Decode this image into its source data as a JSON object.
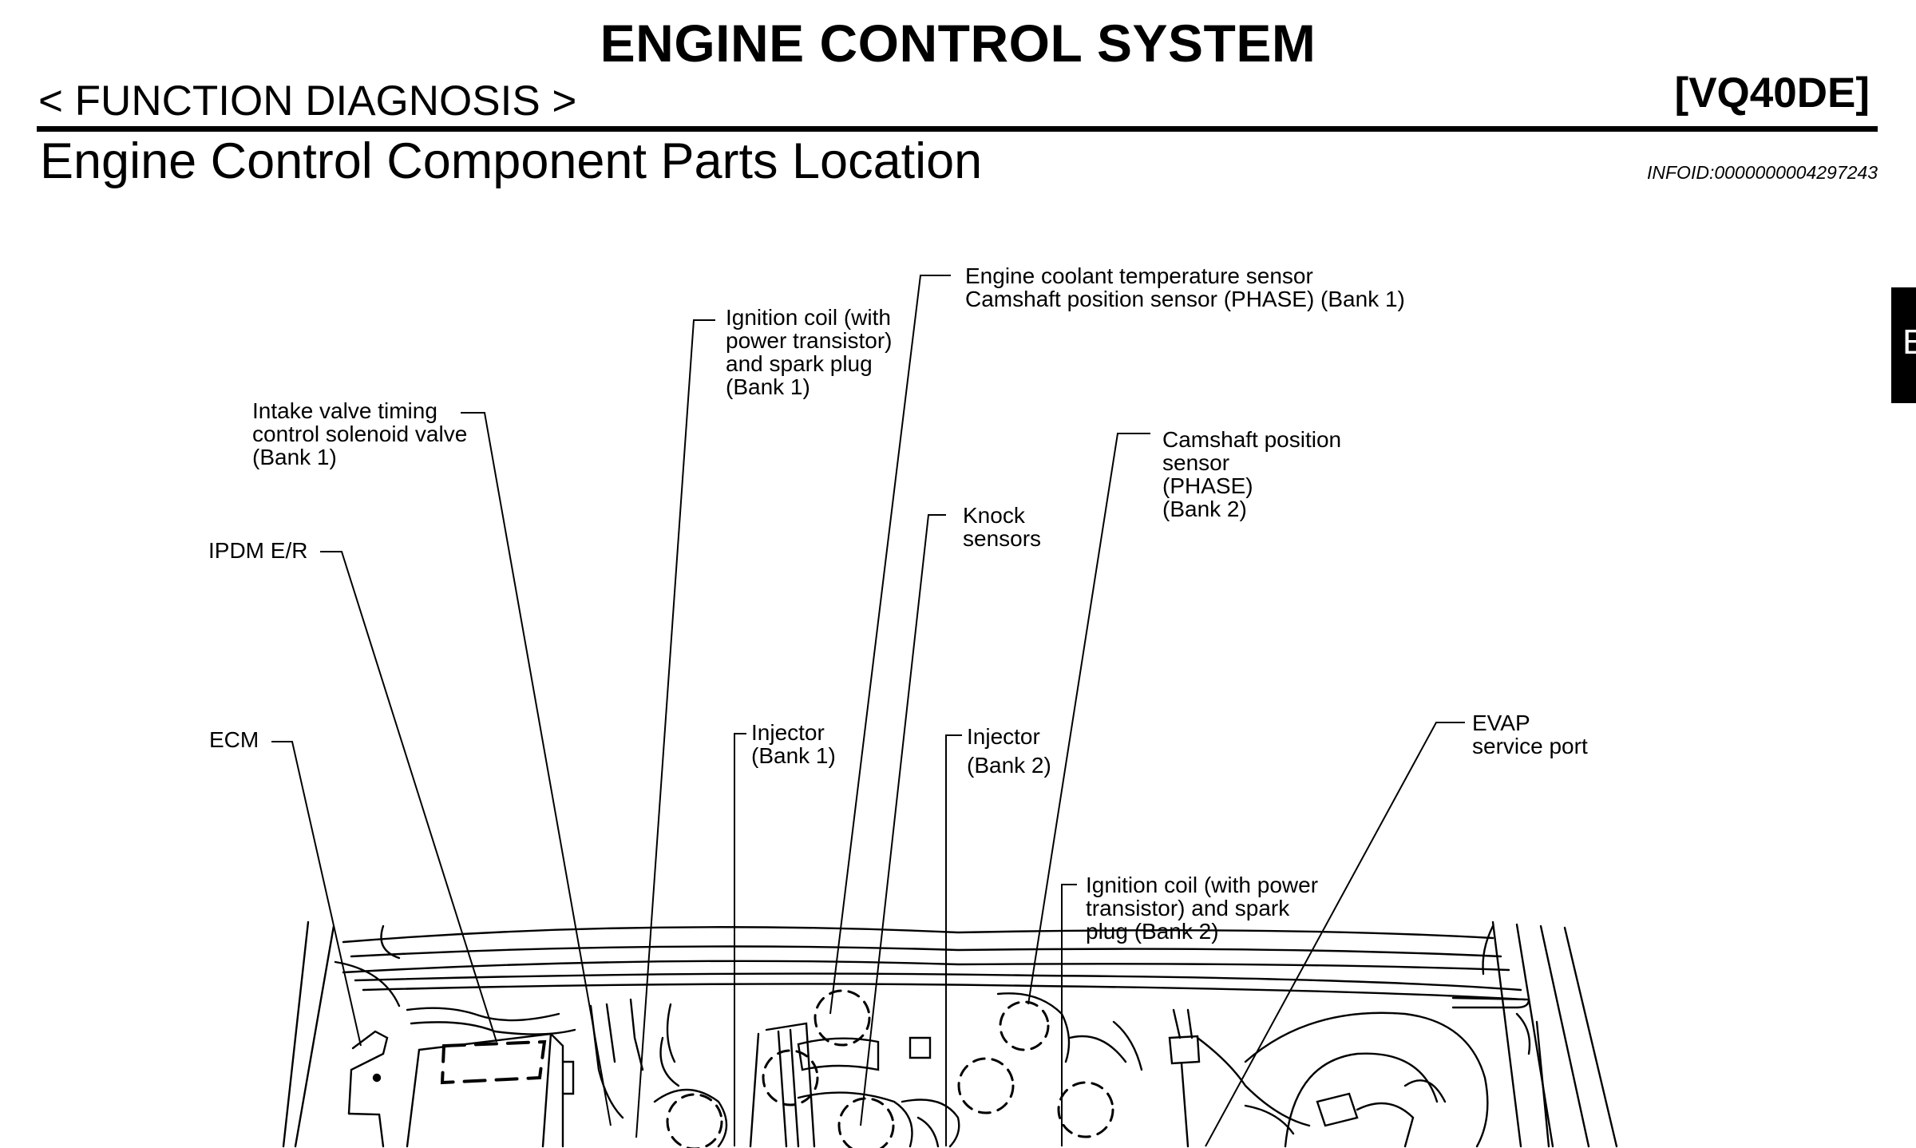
{
  "header": {
    "main_title": "ENGINE CONTROL SYSTEM",
    "section_label": "< FUNCTION DIAGNOSIS >",
    "model_code": "[VQ40DE]"
  },
  "page": {
    "heading": "Engine Control Component Parts Location",
    "info_id": "INFOID:0000000004297243"
  },
  "side_tab": {
    "letter": "E"
  },
  "callouts": {
    "ecm": [
      "ECM"
    ],
    "ipdm": [
      "IPDM E/R"
    ],
    "intake_valve_timing": [
      "Intake valve timing",
      "control solenoid valve",
      "(Bank 1)"
    ],
    "ignition_coil_bank1": [
      "Ignition coil (with",
      "power transistor)",
      "and spark plug",
      "(Bank 1)"
    ],
    "coolant_camshaft_bank1": [
      "Engine coolant temperature sensor",
      "Camshaft position sensor (PHASE) (Bank 1)"
    ],
    "camshaft_bank2": [
      "Camshaft position",
      "sensor",
      "(PHASE)",
      "(Bank 2)"
    ],
    "knock_sensors": [
      "Knock",
      "sensors"
    ],
    "injector_bank1": [
      "Injector",
      "(Bank 1)"
    ],
    "injector_bank2": [
      "Injector",
      "(Bank 2)"
    ],
    "evap_port": [
      "EVAP",
      "service port"
    ],
    "ignition_coil_bank2": [
      "Ignition coil (with power",
      "transistor) and spark",
      "plug (Bank 2)"
    ]
  }
}
